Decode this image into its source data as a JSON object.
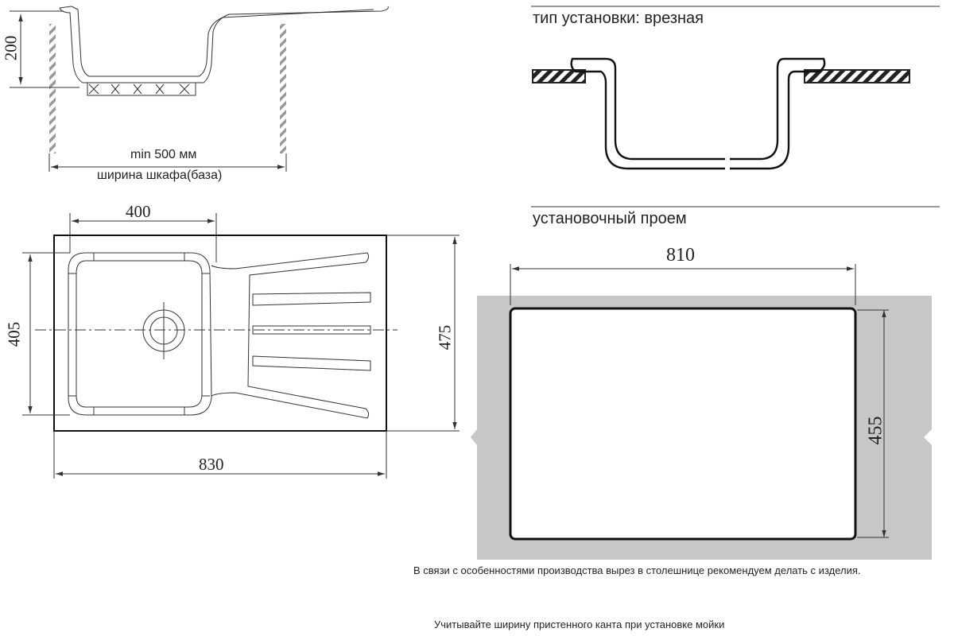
{
  "side_view": {
    "height_dim": "200",
    "cabinet_min": "min 500 мм",
    "cabinet_label": "ширина шкафа(база)"
  },
  "mounting": {
    "title": "тип установки: врезная"
  },
  "top_view": {
    "bowl_width": "400",
    "bowl_depth": "405",
    "total_depth": "475",
    "total_width": "830"
  },
  "cutout": {
    "title": "установочный проем",
    "width": "810",
    "height": "455"
  },
  "notes": {
    "production": "В связи с особенностями производства вырез в столешнице рекомендуем делать с изделия.",
    "edge": "Учитывайте ширину пристенного канта при установке мойки"
  },
  "colors": {
    "line": "#111111",
    "countertop": "#c7c7c7",
    "hatch": "#555555"
  }
}
